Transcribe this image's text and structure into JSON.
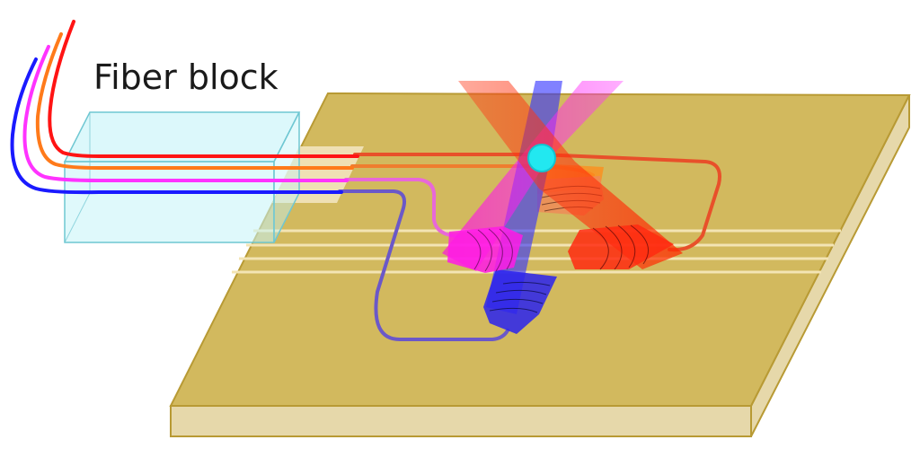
{
  "diagram": {
    "label": "Fiber block",
    "colors": {
      "chip_top": "#d2b95e",
      "chip_edge": "#b89a34",
      "chip_side": "#e6d8aa",
      "fiber_block_fill": "#c4f4f8",
      "fiber_block_stroke": "#6fc7d2",
      "fiber_red": "#ff1414",
      "fiber_orange": "#ff7a1a",
      "fiber_magenta": "#ff33ff",
      "fiber_blue": "#1a1aff",
      "focus_point": "#22e8f0"
    },
    "fibers": [
      "red",
      "orange",
      "magenta",
      "blue"
    ],
    "beams": [
      "red",
      "magenta",
      "blue",
      "orange"
    ]
  }
}
